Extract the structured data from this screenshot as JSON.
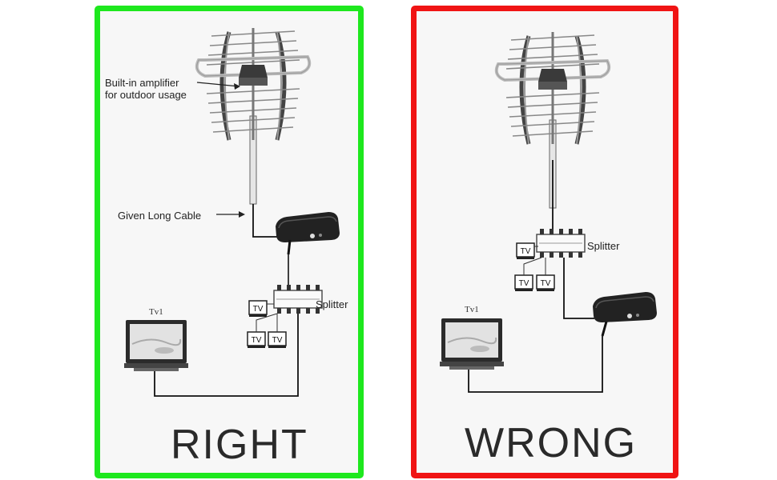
{
  "right": {
    "amplifier_label_1": "Built-in amplifier",
    "amplifier_label_2": "for outdoor usage",
    "cable_label": "Given Long Cable",
    "splitter_label": "Splitter",
    "tv1_label": "Tv1",
    "tv_box_label": "TV",
    "verdict": "RIGHT"
  },
  "wrong": {
    "splitter_label": "Splitter",
    "tv1_label": "Tv1",
    "tv_box_label": "TV",
    "verdict": "WRONG"
  },
  "colors": {
    "right_border": "#1ee81e",
    "wrong_border": "#f01414"
  }
}
